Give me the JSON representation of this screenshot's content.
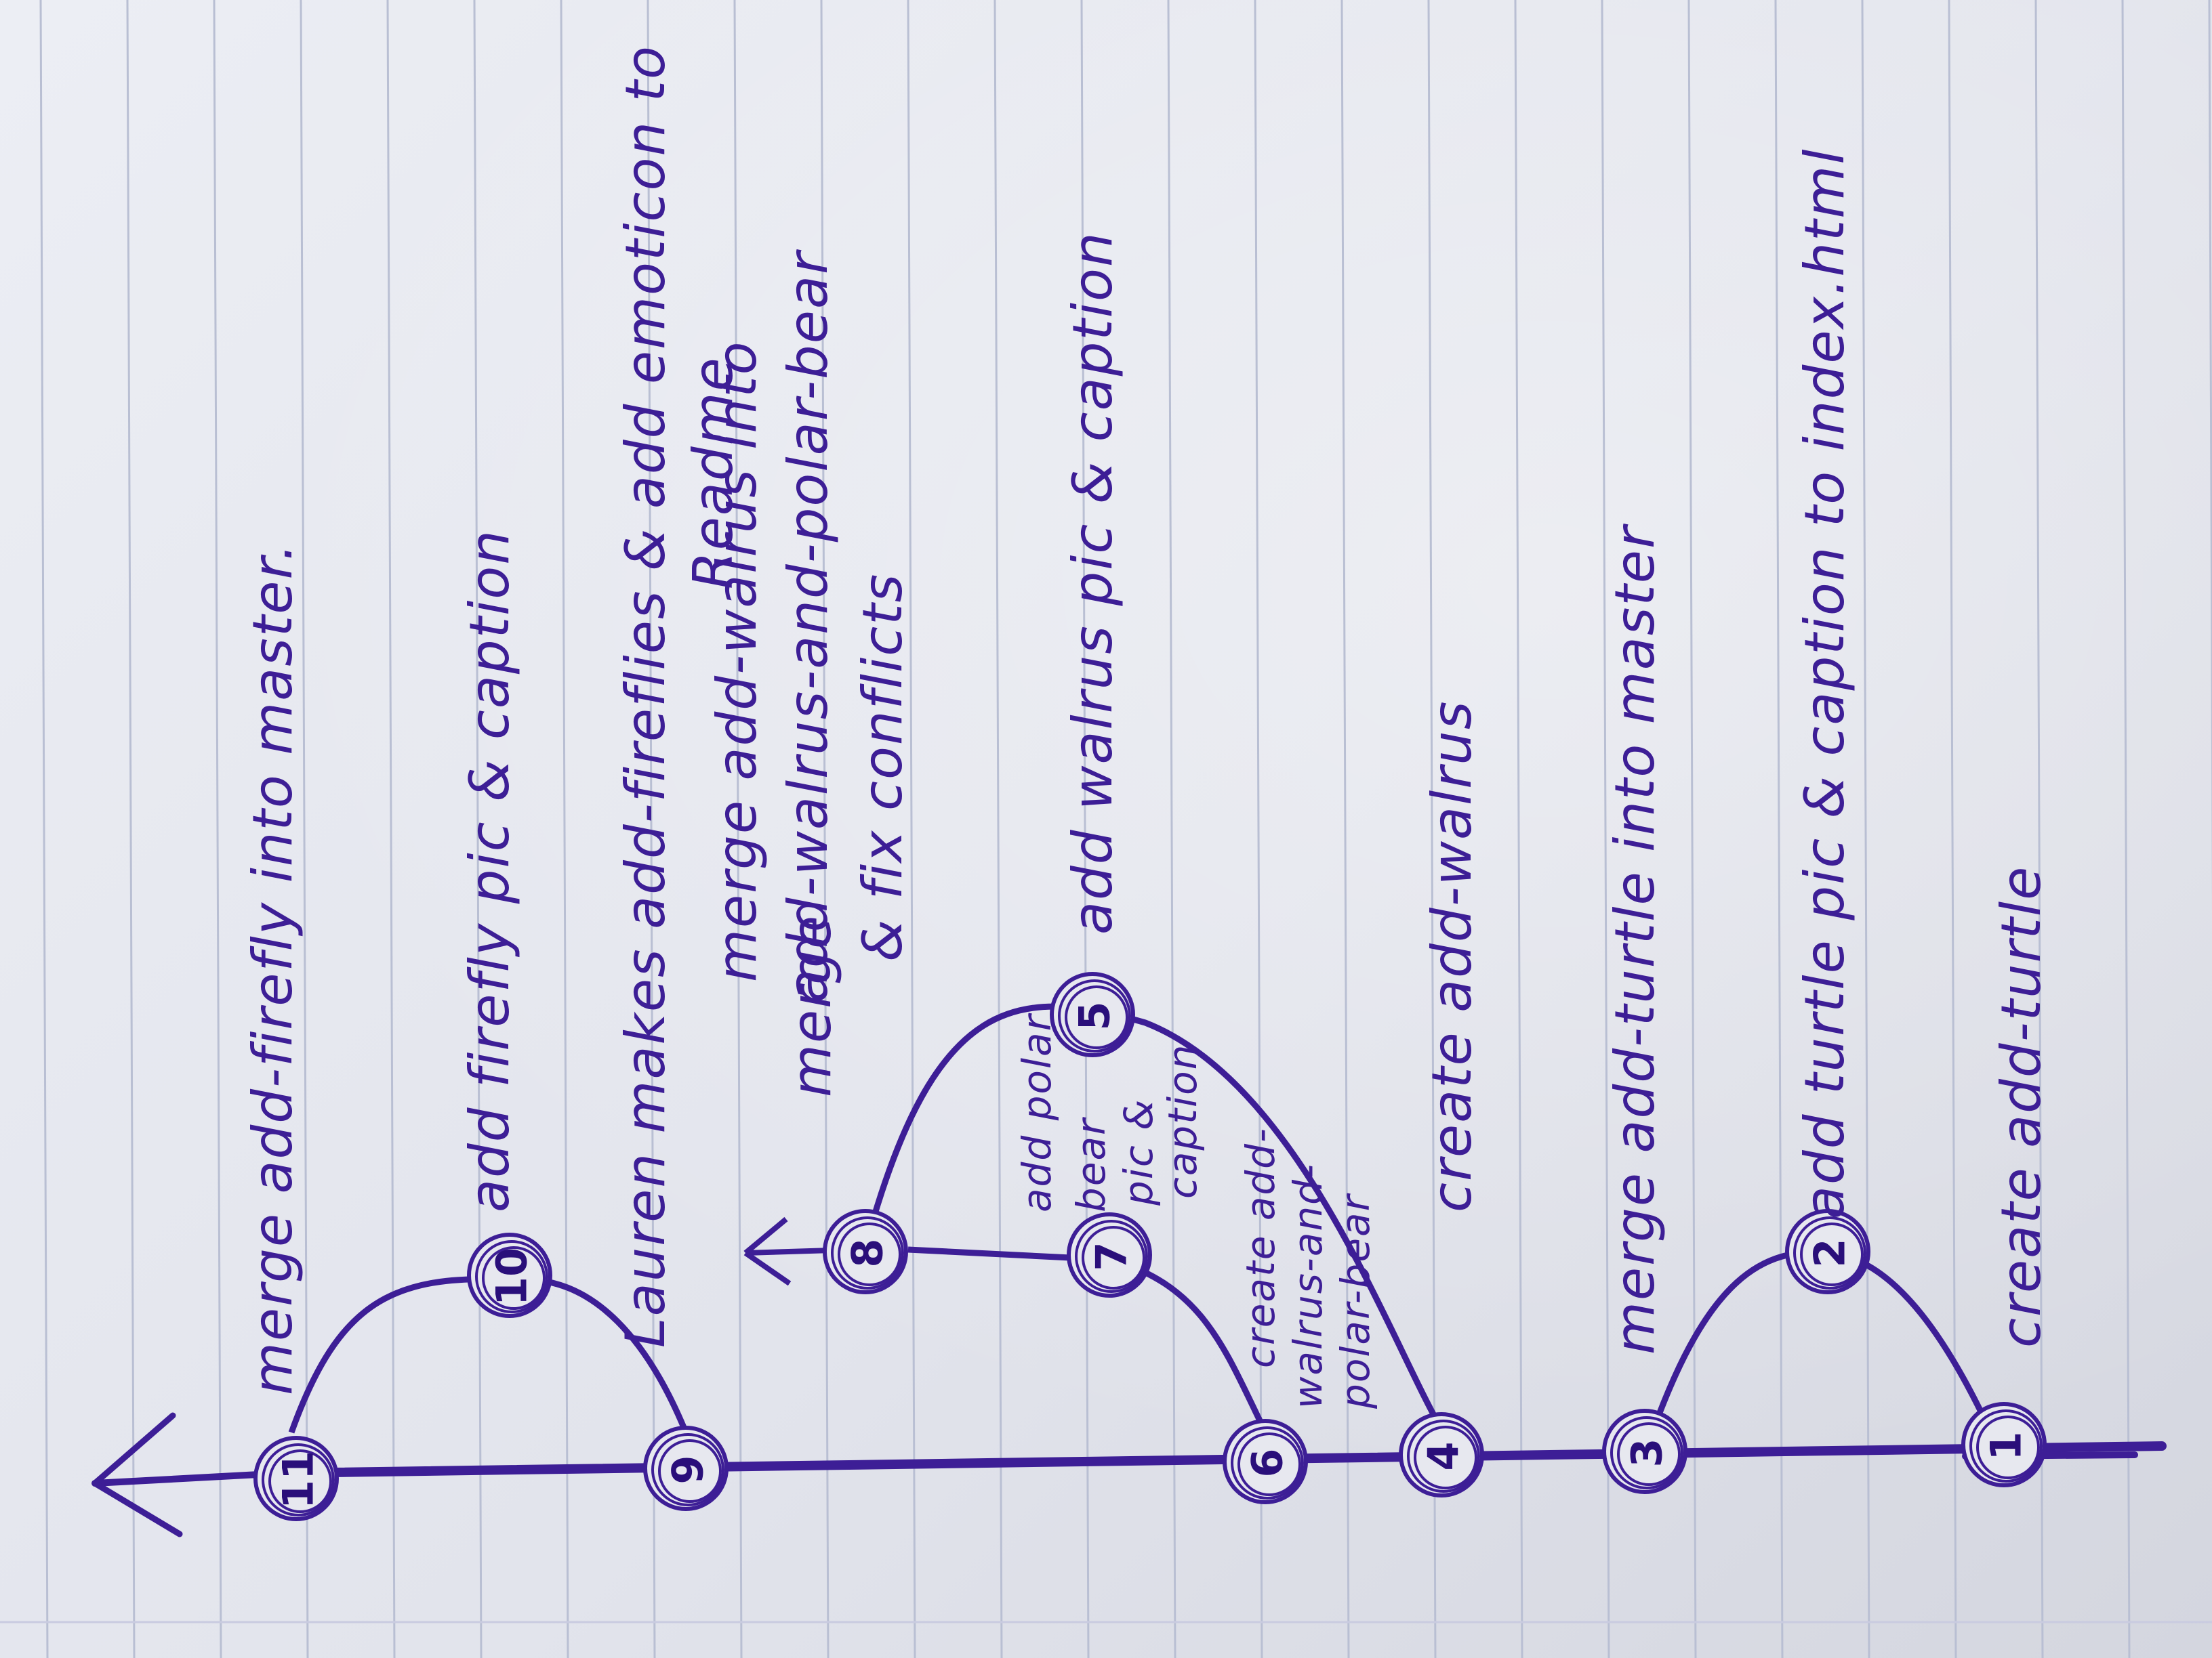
{
  "commits": [
    {
      "id": "1",
      "label": "1"
    },
    {
      "id": "2",
      "label": "2"
    },
    {
      "id": "3",
      "label": "3"
    },
    {
      "id": "4",
      "label": "4"
    },
    {
      "id": "5",
      "label": "5"
    },
    {
      "id": "6",
      "label": "6"
    },
    {
      "id": "7",
      "label": "7"
    },
    {
      "id": "8",
      "label": "8"
    },
    {
      "id": "9",
      "label": "9"
    },
    {
      "id": "10",
      "label": "10"
    },
    {
      "id": "11",
      "label": "11"
    }
  ],
  "notes": {
    "merge_firefly": "merge add-firefly into master.",
    "add_firefly": "add firefly pic & caption",
    "lauren_makes": "Lauren makes add-fireflies & add emoticon to",
    "readme": "Readme",
    "merge_walrus_1": "merge add-walrus into",
    "merge_walrus_2": "add-walrus-and-polar-bear",
    "merge_walrus_3": "& fix conflicts",
    "add_walrus": "add walrus pic & caption",
    "create_walrus": "create add-walrus",
    "add_polar_1": "add polar",
    "add_polar_2": "bear",
    "add_polar_3": "pic &",
    "add_polar_4": "caption",
    "create_wp_1": "create add-",
    "create_wp_2": "walrus-and-",
    "create_wp_3": "polar-bear",
    "merge_turtle": "merge add-turtle into master",
    "add_turtle": "add turtle pic & caption to index.html",
    "create_turtle": "create add-turtle"
  },
  "colors": {
    "ink": "#3d1e96",
    "paper": "#e6e8ef",
    "rule": "#b9bfd3"
  }
}
